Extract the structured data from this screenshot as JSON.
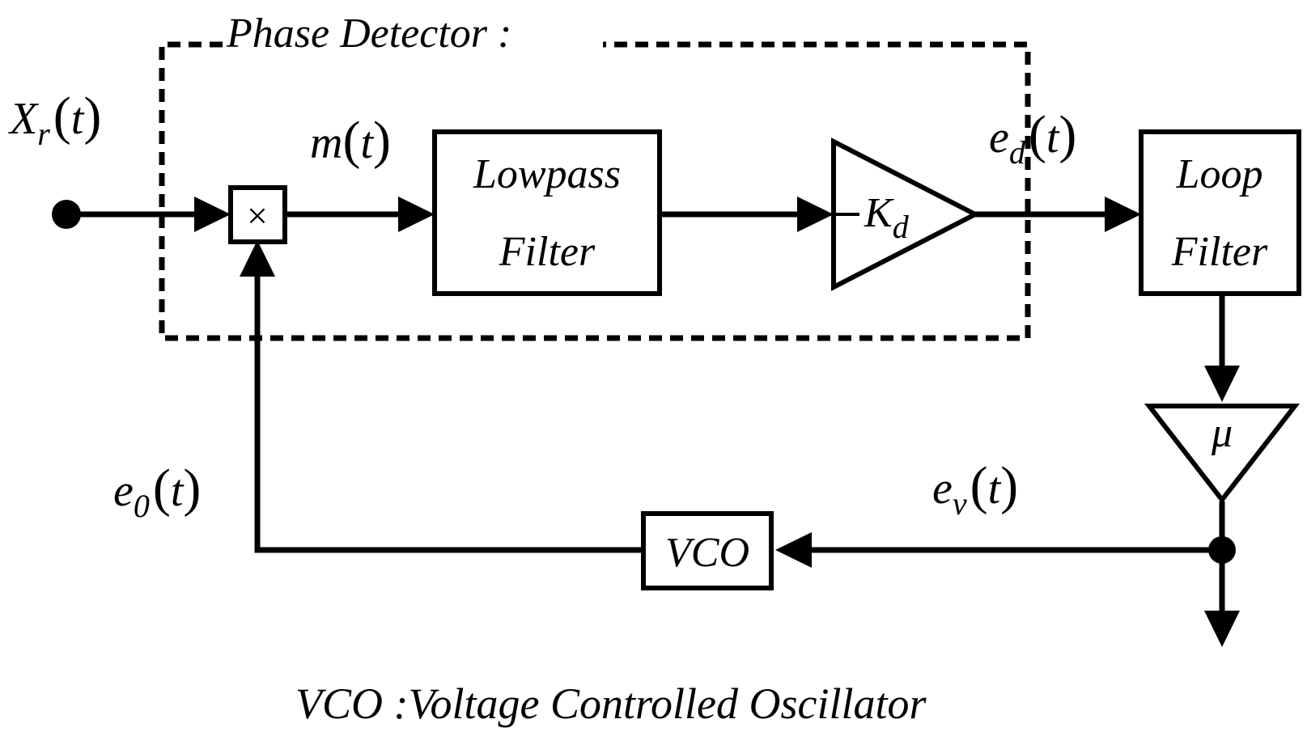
{
  "phase_detector": {
    "label": "Phase Detector :"
  },
  "blocks": {
    "lowpass": {
      "line1": "Lowpass",
      "line2": "Filter"
    },
    "loop": {
      "line1": "Loop",
      "line2": "Filter"
    },
    "vco": {
      "label": "VCO"
    },
    "multiplier": {
      "symbol": "×"
    }
  },
  "gains": {
    "kd": {
      "main": "K",
      "sub": "d"
    },
    "mu": {
      "main": "μ"
    }
  },
  "signals": {
    "xr": {
      "main": "X",
      "sub": "r",
      "arg": "t"
    },
    "m": {
      "main": "m",
      "arg": "t"
    },
    "ed": {
      "main": "e",
      "sub": "d",
      "arg": "t"
    },
    "ev": {
      "main": "e",
      "sub": "v",
      "arg": "t"
    },
    "e0": {
      "main": "e",
      "sub": "0",
      "arg": "t"
    }
  },
  "footnote": "VCO :Voltage Controlled Oscillator",
  "parens": {
    "open": "(",
    "close": ")"
  }
}
